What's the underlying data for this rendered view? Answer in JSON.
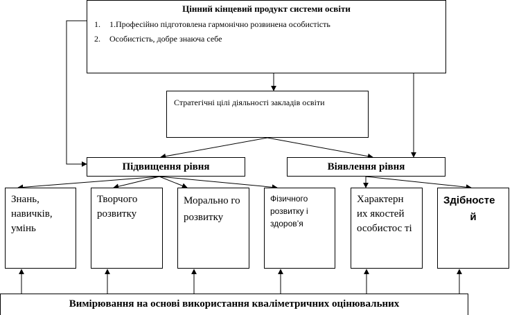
{
  "top_box": {
    "title": "Цінний кінцевий продукт системи освіти",
    "items": [
      {
        "num": "1.",
        "text": "1.Професійно підготовлена гармонічно розвинена особистість"
      },
      {
        "num": "2.",
        "text": "Особистість, добре знаюча себе"
      }
    ]
  },
  "strategic_box": {
    "text": "Стратегічні цілі діяльності закладів освіти"
  },
  "raise_box": {
    "label": "Підвищення рівня"
  },
  "detect_box": {
    "label": "Віявлення рівня"
  },
  "categories": {
    "knowledge": "Знань, навичків, умінь",
    "creative": "Творчого розвитку",
    "moral": "Морально го розвитку",
    "physical": "Фізичного розвитку і здоров’я",
    "traits": "Характерн их якостей особистос ті",
    "abilities_line1": "Здібносте",
    "abilities_line2": "й"
  },
  "measure_box": {
    "label": "Вимірювання на основі використання кваліметричних оцінювальних"
  }
}
